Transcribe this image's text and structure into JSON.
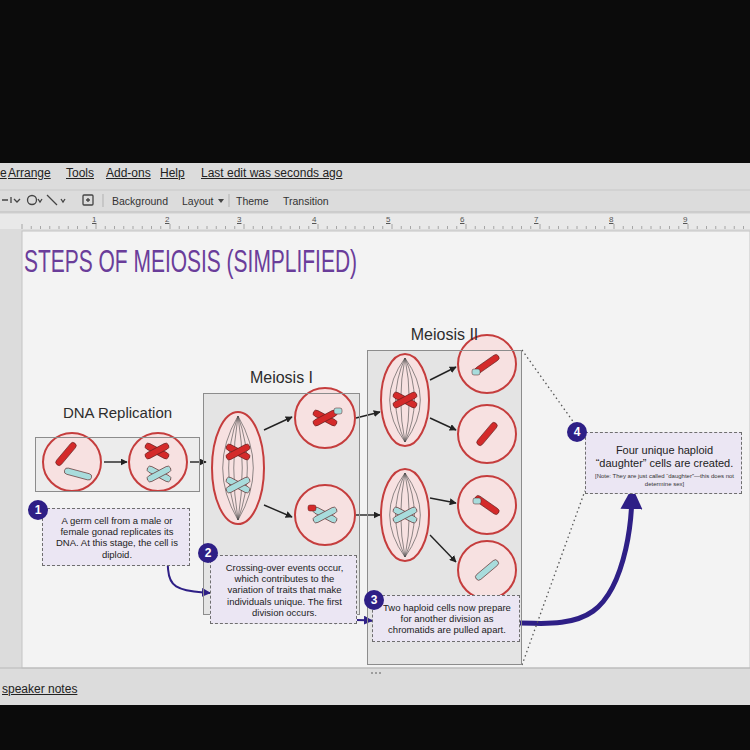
{
  "diagram": {
    "title": "STEPS OF MEIOSIS (SIMPLIFIED)",
    "nodes": [
      {
        "text": [
          "DNA Replication"
        ]
      },
      {
        "text": [
          "Meiosis I"
        ]
      },
      {
        "text": [
          "Meiosis II"
        ]
      },
      {
        "text": [
          "A germ cell from a male or female gonad replicates its DNA. At this stage, the cell is diploid."
        ]
      },
      {
        "text": [
          "Crossing-over events occur, which contributes to the variation of traits that make individuals unique. The first division occurs."
        ]
      },
      {
        "text": [
          "Two haploid cells now prepare for another division as chromatids are pulled apart."
        ]
      },
      {
        "text": [
          "Four unique haploid “daughter” cells are created.",
          "[Note: They are just called “daughter”—this does not determine sex]"
        ]
      }
    ],
    "edges": [
      {
        "from": 3,
        "to": 4,
        "arrow": "to"
      },
      {
        "from": 4,
        "to": 5,
        "arrow": "to"
      },
      {
        "from": 5,
        "to": 6,
        "arrow": "to"
      },
      {
        "from": 2,
        "to": 6,
        "arrow": "none"
      },
      {
        "from": 2,
        "to": 6,
        "arrow": "none"
      }
    ],
    "labels": [
      "e",
      "Arrange",
      "Tools",
      "Add-ons",
      "Help",
      "Last edit was seconds ago",
      "Background",
      "Layout",
      "Theme",
      "Transition",
      "1",
      "2",
      "3",
      "4",
      "5",
      "6",
      "7",
      "8",
      "9",
      "1",
      "2",
      "3",
      "4",
      "speaker notes"
    ]
  }
}
